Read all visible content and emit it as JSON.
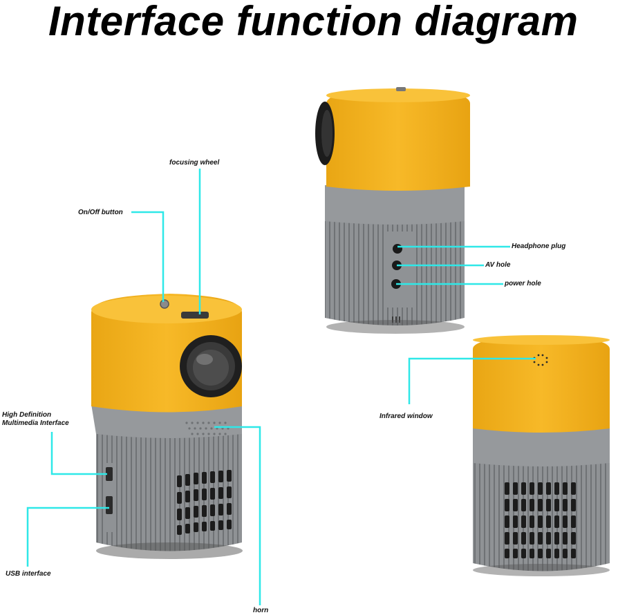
{
  "title": "Interface function diagram",
  "colors": {
    "projector_top": "#f4b31c",
    "projector_body": "#8e9194",
    "leader_line": "#2ee8e8"
  },
  "callouts": {
    "focusing_wheel": "focusing wheel",
    "on_off_button": "On/Off button",
    "hdmi_line1": "High Definition",
    "hdmi_line2": "Multimedia Interface",
    "usb_interface": "USB interface",
    "horn": "horn",
    "headphone_plug": "Headphone plug",
    "av_hole": "AV hole",
    "power_hole": "power hole",
    "infrared_window": "Infrared window"
  }
}
